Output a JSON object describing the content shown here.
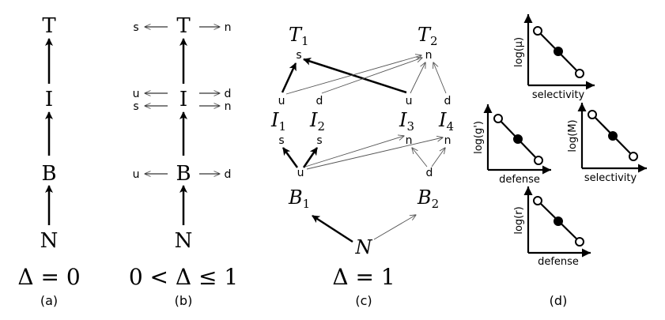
{
  "panel_a": {
    "nodes": [
      "T",
      "I",
      "B",
      "N"
    ],
    "condition": "Δ = 0",
    "label": "(a)"
  },
  "panel_b": {
    "nodes": [
      "T",
      "I",
      "B",
      "N"
    ],
    "t_left": "s",
    "t_right": "n",
    "i_left_1": "u",
    "i_right_1": "d",
    "i_left_2": "s",
    "i_right_2": "n",
    "b_left": "u",
    "b_right": "d",
    "condition": "0 < Δ ≤ 1",
    "label": "(b)"
  },
  "panel_c": {
    "t1": "T",
    "t1_sub": "1",
    "t2": "T",
    "t2_sub": "2",
    "t1_tag": "s",
    "t2_tag": "n",
    "i1": "I",
    "i1_sub": "1",
    "i2": "I",
    "i2_sub": "2",
    "i3": "I",
    "i3_sub": "3",
    "i4": "I",
    "i4_sub": "4",
    "i1_top": "u",
    "i2_top": "d",
    "i3_top": "u",
    "i4_top": "d",
    "i1_bot": "s",
    "i2_bot": "s",
    "i3_bot": "n",
    "i4_bot": "n",
    "b1": "B",
    "b1_sub": "1",
    "b2": "B",
    "b2_sub": "2",
    "b1_tag": "u",
    "b2_tag": "d",
    "n": "N",
    "condition": "Δ = 1",
    "label": "(c)"
  },
  "panel_d": {
    "plots": [
      {
        "ylabel": "log(μ)",
        "xlabel": "selectivity"
      },
      {
        "ylabel": "log(g')",
        "xlabel": "defense"
      },
      {
        "ylabel": "log(M)",
        "xlabel": "selectivity"
      },
      {
        "ylabel": "log(r)",
        "xlabel": "defense"
      }
    ],
    "label": "(d)"
  }
}
